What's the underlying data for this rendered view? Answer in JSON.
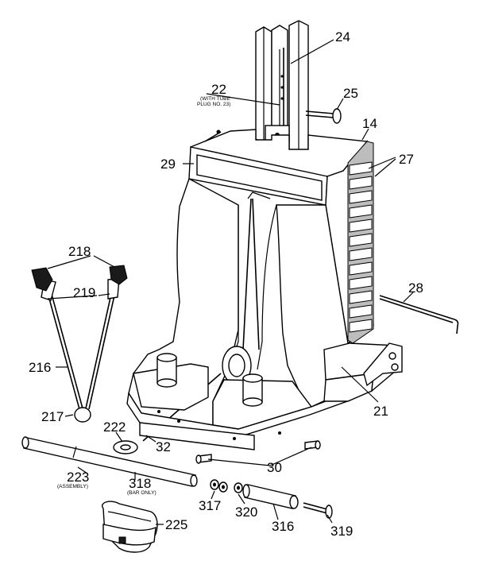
{
  "labels": {
    "p24": "24",
    "p22": "22",
    "p22_note_line1": "(WITH TUBE",
    "p22_note_line2": "PLUG NO. 23)",
    "p25": "25",
    "p14": "14",
    "p29": "29",
    "p27": "27",
    "p218": "218",
    "p219": "219",
    "p216": "216",
    "p217": "217",
    "p28": "28",
    "p21": "21",
    "p222": "222",
    "p32": "32",
    "p30": "30",
    "p223": "223",
    "p223_note": "(ASSEMBLY)",
    "p318": "318",
    "p318_note": "(BAR ONLY)",
    "p317": "317",
    "p320": "320",
    "p316": "316",
    "p319": "319",
    "p225": "225"
  }
}
